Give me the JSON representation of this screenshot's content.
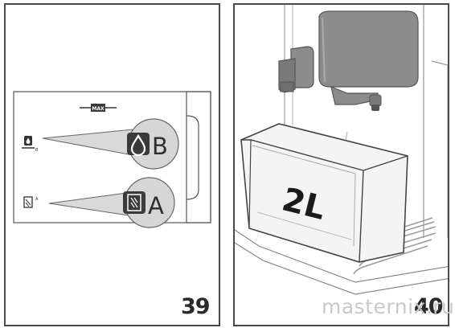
{
  "figure_39": {
    "page_number": "39",
    "max_mark": "MAX",
    "callouts": [
      {
        "letter": "B",
        "subscript": "B",
        "icon": "water-drop-icon"
      },
      {
        "letter": "A",
        "subscript": "A",
        "icon": "filter-cartridge-icon"
      }
    ]
  },
  "figure_40": {
    "page_number": "40",
    "tank_label": "2L"
  },
  "watermark": "masternix.ru",
  "colors": {
    "frame": "#4a4a4a",
    "callout_fill": "#d6d6d6",
    "icon_fill": "#3a3a3a",
    "machine_gray": "#8a8a8a"
  }
}
